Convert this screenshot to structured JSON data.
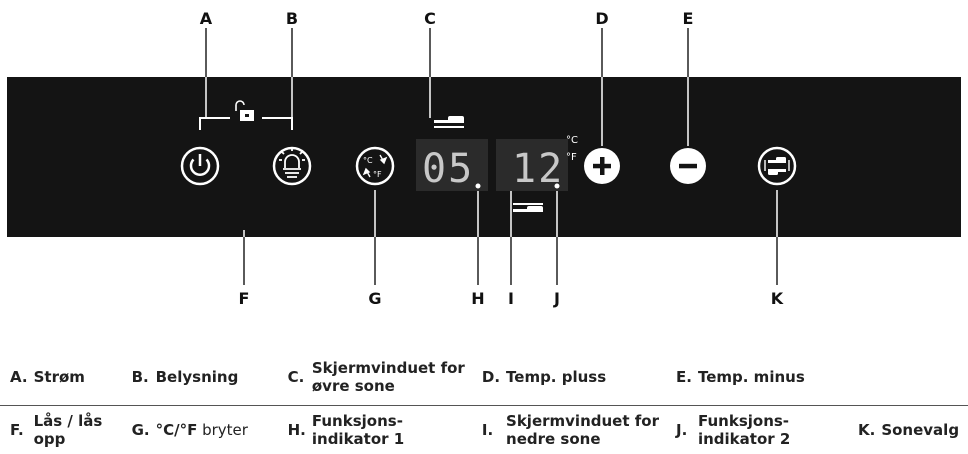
{
  "callouts": {
    "A": "A",
    "B": "B",
    "C": "C",
    "D": "D",
    "E": "E",
    "F": "F",
    "G": "G",
    "H": "H",
    "I": "I",
    "J": "J",
    "K": "K"
  },
  "display": {
    "upper_value": "05",
    "lower_value": "12",
    "unit_c": "°C",
    "unit_f": "°F",
    "toggle_c": "°C",
    "toggle_f": "°F"
  },
  "legend": [
    [
      {
        "key": "A.",
        "label": "Strøm"
      },
      {
        "key": "B.",
        "label": "Belysning"
      },
      {
        "key": "C.",
        "label": "Skjermvinduet for øvre sone"
      },
      {
        "key": "D.",
        "label": "Temp. pluss"
      },
      {
        "key": "E.",
        "label": "Temp. minus"
      },
      {
        "key": "",
        "label": ""
      }
    ],
    [
      {
        "key": "F.",
        "label": "Lås / lås opp"
      },
      {
        "key": "G.",
        "label": "°C/°F",
        "label_suffix": " bryter"
      },
      {
        "key": "H.",
        "label": "Funksjons-indikator 1"
      },
      {
        "key": "I.",
        "label": "Skjermvinduet for nedre sone"
      },
      {
        "key": "J.",
        "label": "Funksjons-indikator 2"
      },
      {
        "key": "K.",
        "label": "Sonevalg"
      }
    ]
  ],
  "colors": {
    "panel": "#141414",
    "display": "#2b2b2b",
    "icon": "#ffffff"
  }
}
